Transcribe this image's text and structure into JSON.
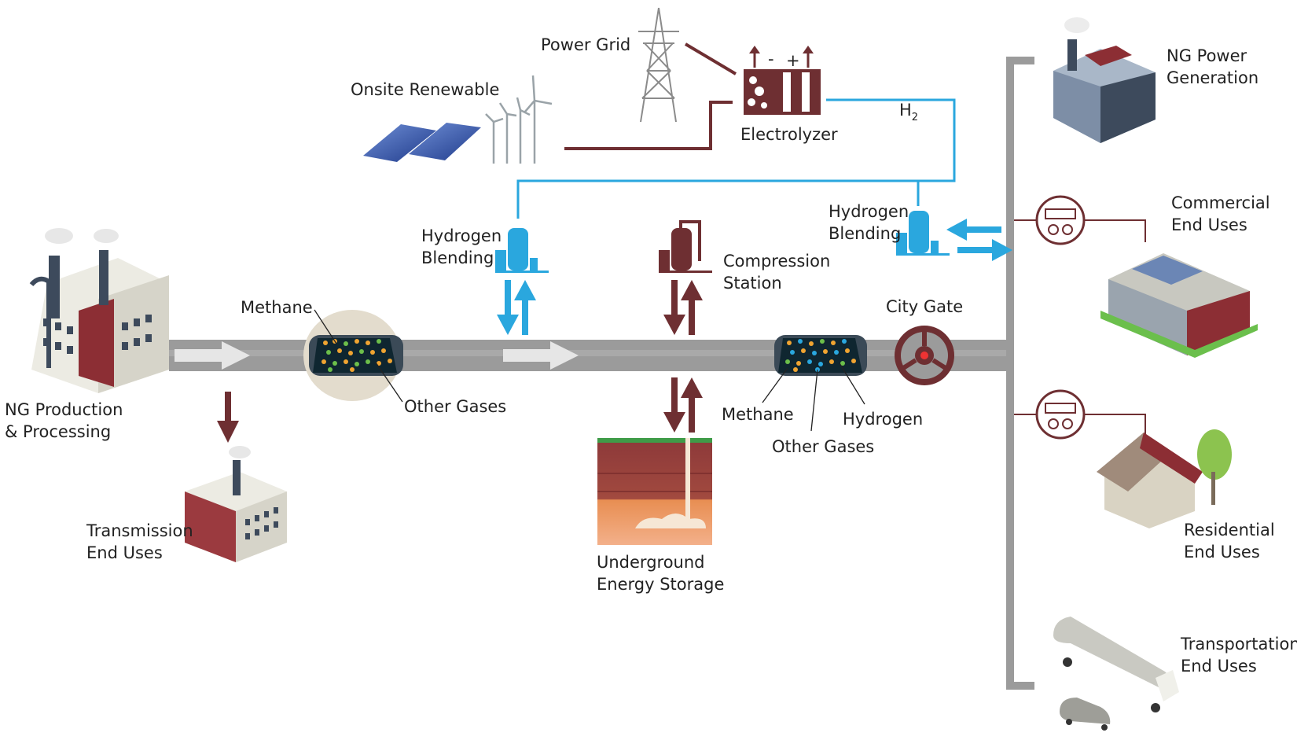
{
  "labels": {
    "power_grid": "Power Grid",
    "onsite_renewable": "Onsite Renewable",
    "electrolyzer": "Electrolyzer",
    "h2_letter": "H",
    "h2_sub": "2",
    "electrolyzer_minus": "-",
    "electrolyzer_plus": "+",
    "ng_power_1": "NG Power",
    "ng_power_2": "Generation",
    "commercial_1": "Commercial",
    "commercial_2": "End Uses",
    "hb_left_1": "Hydrogen",
    "hb_left_2": "Blending",
    "hb_right_1": "Hydrogen",
    "hb_right_2": "Blending",
    "compression_1": "Compression",
    "compression_2": "Station",
    "methane_left": "Methane",
    "other_gases_left": "Other Gases",
    "city_gate": "City Gate",
    "methane_right": "Methane",
    "hydrogen_right": "Hydrogen",
    "other_gases_right": "Other Gases",
    "ng_production_1": "NG Production",
    "ng_production_2": "& Processing",
    "transmission_1": "Transmission",
    "transmission_2": "End Uses",
    "underground_1": "Underground",
    "underground_2": "Energy Storage",
    "residential_1": "Residential",
    "residential_2": "End Uses",
    "transportation_1": "Transportation",
    "transportation_2": "End Uses"
  },
  "colors": {
    "pipeline": "#9b9b9b",
    "hydrogen": "#2aa7de",
    "maroon": "#6e2f32",
    "methane_dot": "#f0a431",
    "other_dot": "#6cbf4a",
    "hydrogen_dot": "#2aa7de"
  }
}
